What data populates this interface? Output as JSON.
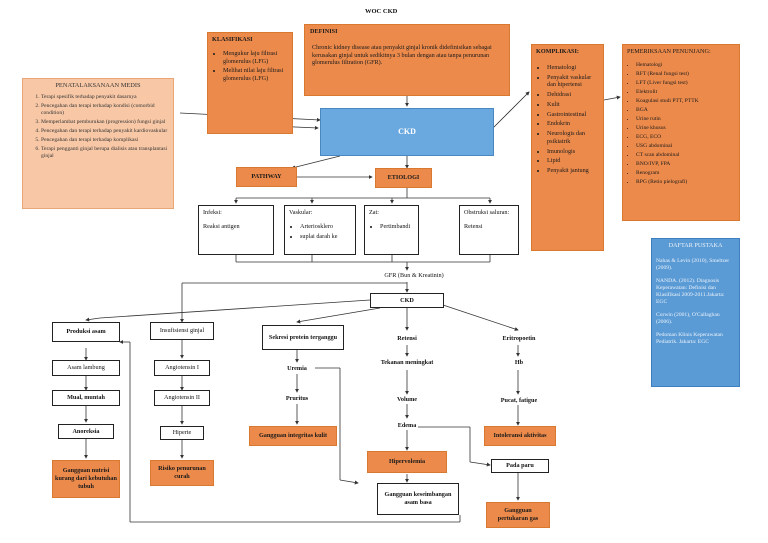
{
  "title": "WOC CKD",
  "penatalaksanaan": {
    "heading": "PENATALAKSANAAN MEDIS",
    "items": [
      "Terapi spesifik terhadap penyakit dasarnya",
      "Pencegahan dan terapi terhadap kondisi (comorbid condition)",
      "Memperlambat pemburukan (progression) fungsi ginjal",
      "Pencegahan dan terapi terhadap penyakit kardiovaskular",
      "Pencegahan dan terapi terhadap komplikasi",
      "Terapi pengganti ginjal berupa dialisis atau transplantasi ginjal"
    ]
  },
  "klasifikasi": {
    "heading": "KLASIFIKASI",
    "items": [
      "Mengukur laju filtrasi glomerulus (LFG)",
      "Melihat nilai laju filtrasi glomerulus (LFG)"
    ]
  },
  "definisi": {
    "heading": "DEFINISI",
    "text": "Chronic kidney disease atau penyakit ginjal kronik didefinisikan sebagai kerusakan ginjal untuk sedikitnya 3 bulan dengan atau tanpa penurunan glomerulus filtration (GFR)."
  },
  "ckd_main": "CKD",
  "komplikasi": {
    "heading": "KOMPLIKASI:",
    "items": [
      "Hematologi",
      "Penyakit vaskular dan hipertensi",
      "Dehidrasi",
      "Kulit",
      "Gastrointestinal",
      "Endokrin",
      "Neurologis dan psikiatrik",
      "Imunologis",
      "Lipid",
      "Penyakit jantung"
    ]
  },
  "pemeriksaan": {
    "heading": "PEMERIKSAAN PENUNJANG:",
    "items": [
      "Hematologi",
      "RFT (Renal fungsi test)",
      "LFT (Liver fungsi test)",
      "Elektrolit",
      "Koagulasi studi PTT, PTTK",
      "BGA",
      "Urine rutin",
      "Urine khusus",
      "ECG, ECO",
      "USG abdominal",
      "CT scan abdominal",
      "BNO/IVP, FPA",
      "Renogram",
      "RPG (Retio pielografi)"
    ]
  },
  "daftar_pustaka": {
    "heading": "DAFTAR PUSTAKA",
    "items": [
      "Nahas & Levin (2010), Smeltzer (2009).",
      "NANDA. (2012). Diagnosis Keperawatan: Definisi dan Klasifikasi 2009-2011.Jakarta: EGC",
      "Corwin (2001), O'Callaghan (2006).",
      "Pedoman Klinis Keperawatan Pediatrik. Jakarta: EGC"
    ]
  },
  "pathway": "PATHWAY",
  "etiologi": "ETIOLOGI",
  "infeksi": {
    "heading": "Infeksi:",
    "text": "Reaksi antigen"
  },
  "vaskular": {
    "heading": "Vaskular:",
    "items": [
      "Arteriosklero",
      "suplai darah ke"
    ]
  },
  "zat": {
    "heading": "Zat:",
    "items": [
      "Pertimbandi"
    ]
  },
  "obstruksi": {
    "heading": "Obstruksi saluran:",
    "text": "Retensi"
  },
  "gfr": "GFR (Bun & Kreatinin)",
  "ckd_second": "CKD",
  "left_col": {
    "produksi": "Produksi asam",
    "asam": "Asam lambung",
    "mual": "Mual, muntah",
    "anoreksia": "Anoreksia",
    "gangguan": "Gangguan nutrisi kurang dari kebutuhan tubuh"
  },
  "insuf_col": {
    "insufisiensi": "Insufisiensi ginjal",
    "angio1": "Angiotensin I",
    "angio2": "Angiotensin II",
    "hiperte": "Hiperte",
    "risiko": "Risiko penurunan curah"
  },
  "sekresi_col": {
    "sekresi": "Sekresi protein terganggu",
    "uremia": "Uremia",
    "pruritus": "Pruritus",
    "gangguan": "Gangguan integritas kulit"
  },
  "retensi_col": {
    "retensi": "Retensi",
    "tekanan": "Tekanan meningkat",
    "volume": "Volume",
    "edema": "Edema",
    "hiper": "Hipervolemia",
    "gangguan": "Gangguan keseimbangan asam basa"
  },
  "eritro_col": {
    "eritro": "Eritropoetin",
    "hb": "Hb",
    "pucat": "Pucat, fatigue",
    "intoleransi": "Intoleransi aktivitas",
    "paru": "Pada paru",
    "gangguan": "Gangguan pertukaran gas"
  }
}
